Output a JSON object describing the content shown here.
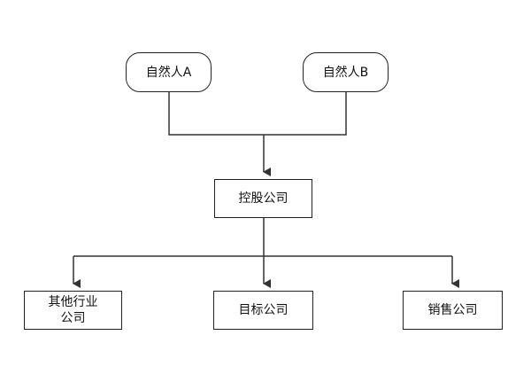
{
  "diagram": {
    "nodes": [
      {
        "id": "person-a",
        "label": "自然人A"
      },
      {
        "id": "person-b",
        "label": "自然人B"
      },
      {
        "id": "holding",
        "label": "控股公司"
      },
      {
        "id": "other",
        "label": "其他行业\n公司"
      },
      {
        "id": "target",
        "label": "目标公司"
      },
      {
        "id": "sales",
        "label": "销售公司"
      }
    ],
    "edges": [
      {
        "from": "person-a",
        "to": "holding"
      },
      {
        "from": "person-b",
        "to": "holding"
      },
      {
        "from": "holding",
        "to": "other"
      },
      {
        "from": "holding",
        "to": "target"
      },
      {
        "from": "holding",
        "to": "sales"
      }
    ],
    "colors": {
      "line": "#333333",
      "border": "#222222",
      "text": "#111111",
      "background": "#ffffff"
    }
  }
}
